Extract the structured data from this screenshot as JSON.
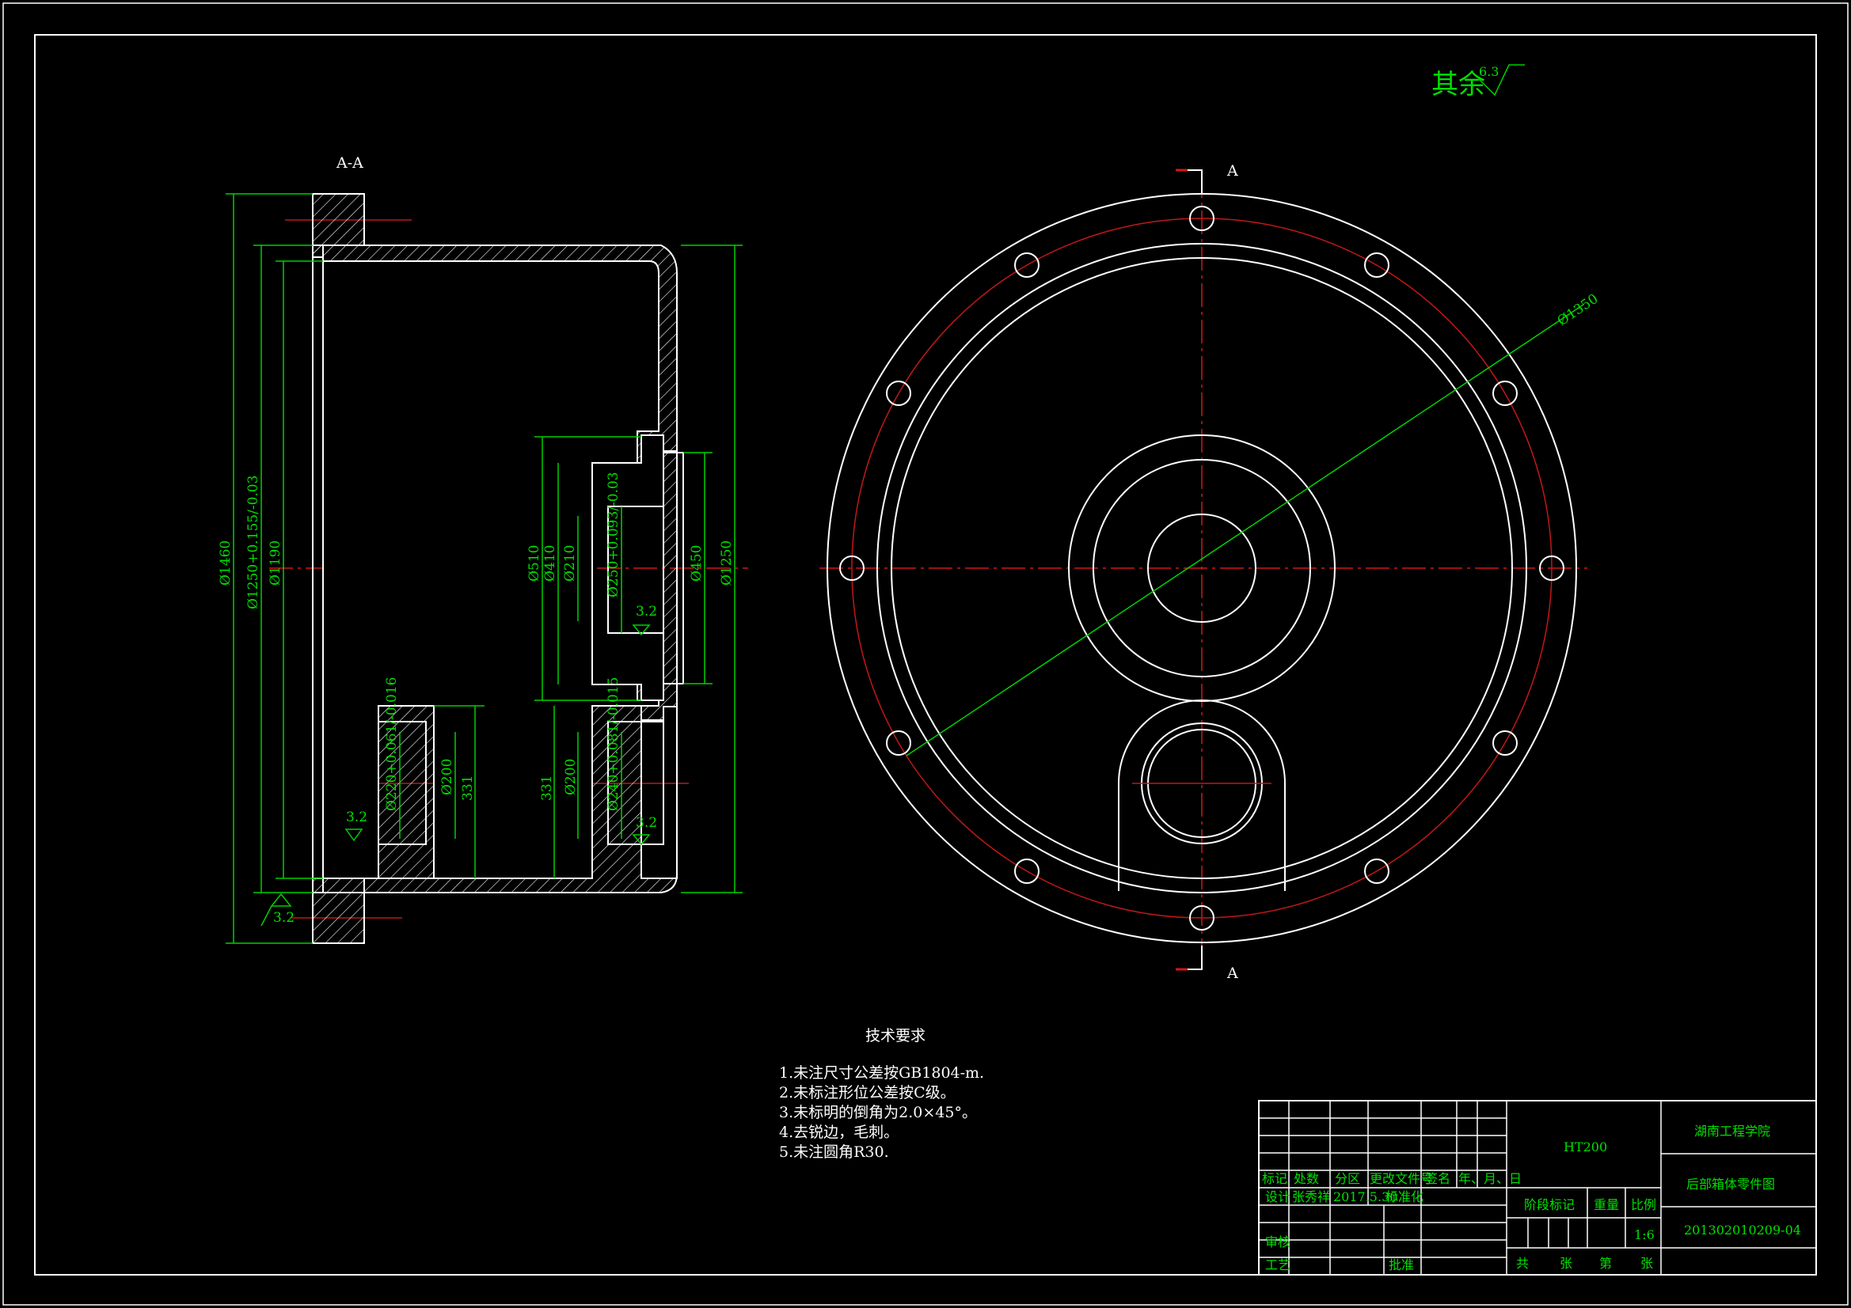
{
  "colors": {
    "background": "#000000",
    "outline": "#ffffff",
    "dimension": "#00d000",
    "centerline": "#d01818"
  },
  "surface_note": {
    "label": "其余",
    "roughness": "6.3"
  },
  "section_view": {
    "title": "A-A",
    "dims": {
      "d1460": "Ø1460",
      "d1250": "Ø1250+0.155/-0.03",
      "d1190": "Ø1190",
      "d510": "Ø510",
      "d410": "Ø410",
      "d210": "Ø210",
      "d250": "Ø250+0.093/-0.03",
      "d450": "Ø450",
      "d1250r": "Ø1250",
      "d220": "Ø220+0.061/-0.016",
      "d200a": "Ø200",
      "l331a": "331",
      "l331b": "331",
      "d200b": "Ø200",
      "d240": "Ø240+0.081/-0.015",
      "ra1": "3.2",
      "ra2": "3.2",
      "ra3": "3.2",
      "ra4": "3.2"
    }
  },
  "plan_view": {
    "cut_top": "A",
    "cut_bottom": "A",
    "bolt_circle": "Ø1350"
  },
  "tech_requirements": {
    "title": "技术要求",
    "items": [
      "1.未注尺寸公差按GB1804-m.",
      "2.未标注形位公差按C级。",
      "3.未标明的倒角为2.0×45°。",
      "4.去锐边，毛刺。",
      "5.未注圆角R30."
    ]
  },
  "title_block": {
    "material": "HT200",
    "school": "湖南工程学院",
    "drawing_name": "后部箱体零件图",
    "drawing_number": "201302010209-04",
    "headers": [
      "标记",
      "处数",
      "分区",
      "更改文件号",
      "签名",
      "年、月、日"
    ],
    "design_label": "设计",
    "designer": "张秀祥",
    "design_date": "2017.5.30",
    "standardize_label": "标准化",
    "review_label": "审核",
    "process_label": "工艺",
    "approve_label": "批准",
    "stage_label": "阶段标记",
    "weight_label": "重量",
    "scale_label": "比例",
    "scale_value": "1:6",
    "sheets": [
      "共",
      "张",
      "第",
      "张"
    ]
  }
}
